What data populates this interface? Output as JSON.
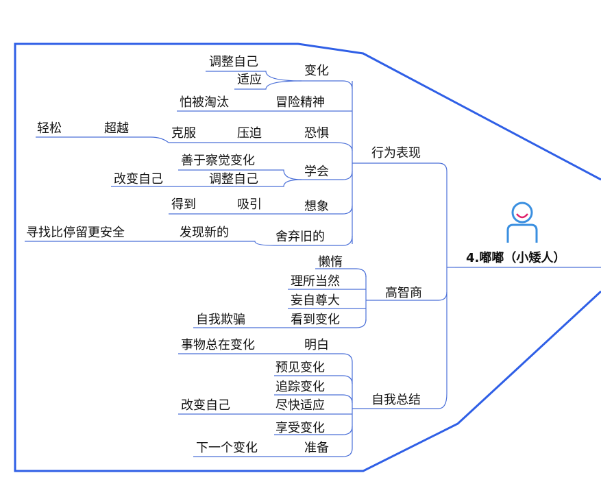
{
  "central": {
    "label": "4.嘟嘟（小矮人）"
  },
  "branches": {
    "behavior": {
      "label": "行为表现",
      "children": {
        "change": {
          "label": "变化",
          "adjust_self": "调整自己",
          "adapt": "适应"
        },
        "adventure": {
          "label": "冒险精神",
          "fear_elimination": "怕被淘汰"
        },
        "fear": {
          "label": "恐惧",
          "pressure": "压迫",
          "overcome": "克服",
          "surpass": "超越",
          "relax": "轻松"
        },
        "learn": {
          "label": "学会",
          "notice_change": "善于察觉变化",
          "adjust_self": "调整自己",
          "change_self": "改变自己"
        },
        "imagine": {
          "label": "想象",
          "attract": "吸引",
          "get": "得到"
        },
        "abandon": {
          "label": "舍弃旧的",
          "discover_new": "发现新的",
          "safer": "寻找比停留更安全"
        }
      }
    },
    "high_iq": {
      "label": "高智商",
      "children": {
        "lazy": "懒惰",
        "taken_granted": "理所当然",
        "arrogant": "妄自尊大",
        "see_change": "看到变化",
        "self_deception": "自我欺骗"
      }
    },
    "summary": {
      "label": "自我总结",
      "children": {
        "understand": "明白",
        "always_change": "事物总在变化",
        "foresee": "预见变化",
        "track": "追踪变化",
        "adapt_fast": "尽快适应",
        "change_self": "改变自己",
        "enjoy": "享受变化",
        "prepare": "准备",
        "next_change": "下一个变化"
      }
    }
  },
  "colors": {
    "outline": "#2f5fe6",
    "wire": "#4a6fd8",
    "icon": "#3a8fe0",
    "smile": "#e0206a"
  }
}
